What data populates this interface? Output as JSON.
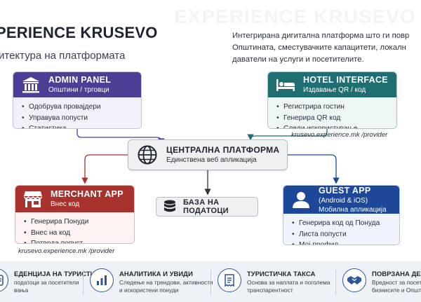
{
  "header": {
    "title": "PERIENCE KRUSEVO",
    "subtitle": "итектура на платформата",
    "intro_lines": [
      "Интегрирана дигитална платформа што ги повр",
      "Општината, сместувачките капацитети, локалн",
      "даватели на услуги и посетителите."
    ]
  },
  "nodes": {
    "admin": {
      "name": "ADMIN PANEL",
      "sub": "Општини / трговци",
      "items": [
        "Одобрува провајдери",
        "Управува попусти",
        "Статистика"
      ],
      "color": "#4b3f95",
      "icon": "building-icon"
    },
    "hotel": {
      "name": "HOTEL INTERFACE",
      "sub": "Издавање QR / код",
      "items": [
        "Регистрира гостин",
        "Генерира QR код",
        "Следи искористување"
      ],
      "url": "krusevo.experience.mk /provider",
      "color": "#1f6e72",
      "icon": "bed-icon"
    },
    "central": {
      "name": "ЦЕНТРАЛНА ПЛАТФОРМА",
      "sub": "Единствена веб апликација",
      "icon": "globe-icon"
    },
    "database": {
      "name": "БАЗА НА ПОДАТОЦИ",
      "icon": "database-icon"
    },
    "merchant": {
      "name": "MERCHANT APP",
      "sub": "Внес код",
      "items": [
        "Генерира Понуди",
        "Внес на код",
        "Потврда попуст"
      ],
      "url": "krusevo.experience.mk /provider",
      "color": "#a8322d",
      "icon": "storefront-icon"
    },
    "guest": {
      "name": "GUEST APP",
      "sub1": "(Android & iOS)",
      "sub2": "Мобилна апликација",
      "items": [
        "Генерира код од Понуда",
        "Листа попусти",
        "Мој профил"
      ],
      "color": "#1d4799",
      "icon": "user-icon"
    }
  },
  "footer": {
    "features": [
      {
        "title": "ЕДЕНЦИЈА НА ТУРИСТИ",
        "lines": [
          "податоци за посетители",
          "вања"
        ],
        "icon": "id-card-icon"
      },
      {
        "title": "АНАЛИТИКА И УВИДИ",
        "lines": [
          "Следење на трендови, активности",
          "и искористени понуди"
        ],
        "icon": "bar-chart-icon"
      },
      {
        "title": "ТУРИСТИЧКА ТАКСА",
        "lines": [
          "Основа за наплата и поголема",
          "транспарентност"
        ],
        "icon": "receipt-icon"
      },
      {
        "title": "ПОВРЗАНА ДЕС",
        "lines": [
          "Вредност за посети",
          "бизнисите и Општи"
        ],
        "icon": "handshake-icon"
      }
    ]
  }
}
